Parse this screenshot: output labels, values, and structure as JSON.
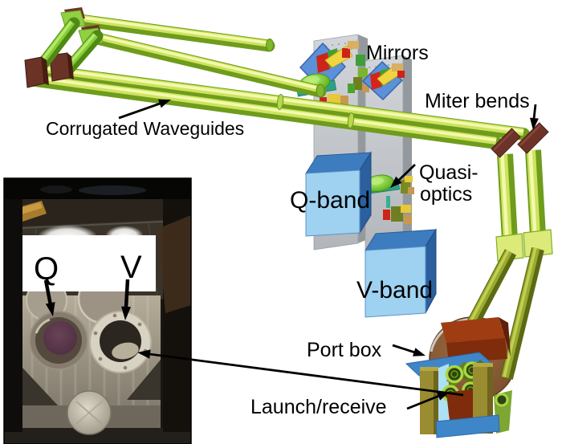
{
  "figure": {
    "description_visible_text_only": true,
    "labels": {
      "corrugated_waveguides": "Corrugated Waveguides",
      "mirrors": "Mirrors",
      "miter_bends": "Miter bends",
      "quasi_optics_line1": "Quasi-",
      "quasi_optics_line2": "optics",
      "q_band": "Q-band",
      "v_band": "V-band",
      "port_box": "Port box",
      "launch_receive": "Launch/receive"
    },
    "photo_inset": {
      "q_port_label": "Q",
      "v_port_label": "V"
    },
    "colors": {
      "background": "#ffffff",
      "label_text": "#000000",
      "waveguide_edge": "#6f9c1c",
      "waveguide_mid": "#cde35f",
      "waveguide_highlight": "#f2f9ad",
      "waveguide_olive_edge": "#5c6a14",
      "waveguide_olive_mid": "#98aa30",
      "waveguide_olive_highlight": "#c2cf50",
      "diag_tube_edge": "#4e8a14",
      "diag_tube_mid": "#86cc35",
      "diag_tube_highlight": "#b4e86d",
      "miter_bend_brown": "#6e3328",
      "flange_brown": "#6b3226",
      "flange_brown_dark": "#471d12",
      "corner_plate_green": "#90d041",
      "joint_plate_green": "#dcea7a",
      "mirror_blue": "#5c90d8",
      "panel_gray": "#c6cacE",
      "panel_side_gray": "#94999d",
      "band_box_front": "#9fd1f1",
      "band_box_top": "#3e7cc0",
      "band_box_side": "#2b5f9e",
      "lens_green": "#76c832",
      "lens_plate_teal": "#2da188",
      "device_yellow": "#f0d440",
      "device_red": "#cc2418",
      "device_tan": "#d8b060",
      "device_olive": "#6f7f1f",
      "port_disc_brown": "#8a5735",
      "port_maroon": "#7e2c0c",
      "port_maroon_light": "#a03c12",
      "port_blue": "#3f86c9",
      "port_blue_light": "#aee0f4",
      "post_olive": "#9a8c30",
      "horn_ring_green": "#a8d83e",
      "photo_background": "#181512",
      "photo_plate": "#a59d8d",
      "q_port_purple": "#5a3347",
      "v_port_ring": "#d8d2c2",
      "label_box_white": "#ffffff"
    }
  }
}
